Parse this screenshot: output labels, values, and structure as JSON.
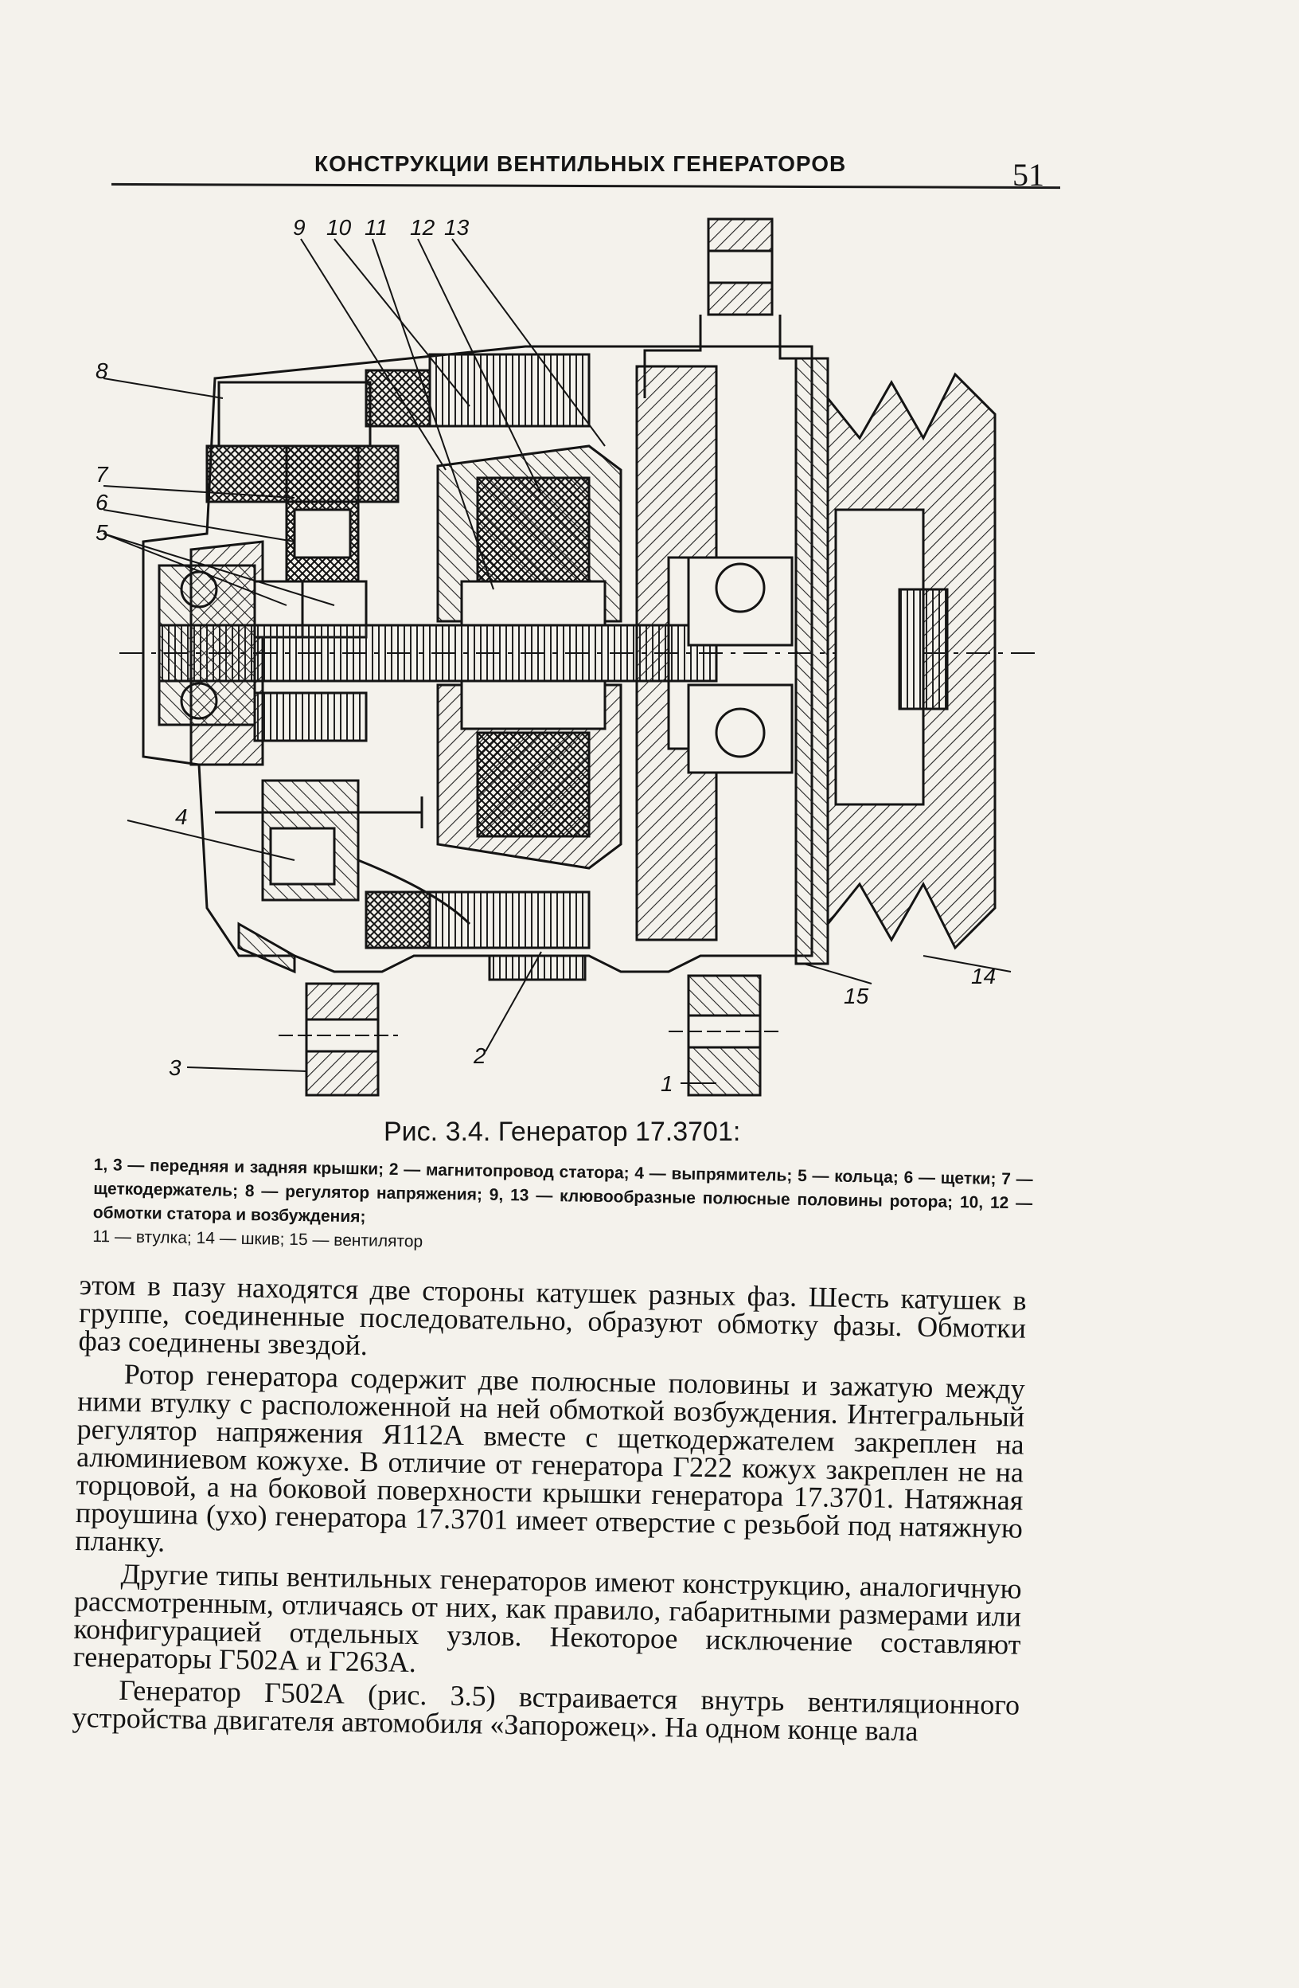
{
  "header": {
    "running_title": "КОНСТРУКЦИИ ВЕНТИЛЬНЫХ ГЕНЕРАТОРОВ",
    "page_number": "51"
  },
  "figure": {
    "callouts": [
      "9",
      "10",
      "11",
      "12",
      "13",
      "8",
      "7",
      "6",
      "5",
      "4",
      "3",
      "2",
      "1",
      "15",
      "14"
    ],
    "caption": "Рис. 3.4. Генератор 17.3701:",
    "legend": "1, 3 — передняя и задняя крышки; 2 — магнитопровод статора; 4 — выпрямитель; 5 — кольца; 6 — щетки; 7 — щеткодержатель; 8 — регулятор напряжения; 9, 13 — клювообразные полюсные половины ротора; 10, 12 — обмотки статора и возбуждения;",
    "legend_last": "11 — втулка; 14 — шкив; 15 — вентилятор"
  },
  "body": {
    "p1": "этом в пазу находятся две стороны катушек разных фаз. Шесть катушек в группе, соединенные последовательно, образуют обмотку фазы. Обмотки фаз соединены звездой.",
    "p2": "Ротор генератора содержит две полюсные половины и зажатую между ними втулку с расположенной на ней обмоткой возбуждения. Интегральный регулятор напряжения Я112А вместе с щеткодержателем закреплен на алюминиевом кожухе. В отличие от генератора Г222 кожух закреплен не на торцовой, а на боковой поверхности крышки генератора 17.3701. Натяжная проушина (ухо) генератора 17.3701 имеет отверстие с резьбой под натяжную планку.",
    "p3": "Другие типы вентильных генераторов имеют конструкцию, аналогичную рассмотренным, отличаясь от них, как правило, габаритными размерами или конфигурацией отдельных узлов. Некоторое исключение составляют генераторы Г502А и Г263А.",
    "p4": "Генератор Г502А (рис. 3.5) встраивается внутрь вентиляционного устройства двигателя автомобиля «Запорожец». На одном конце вала"
  }
}
